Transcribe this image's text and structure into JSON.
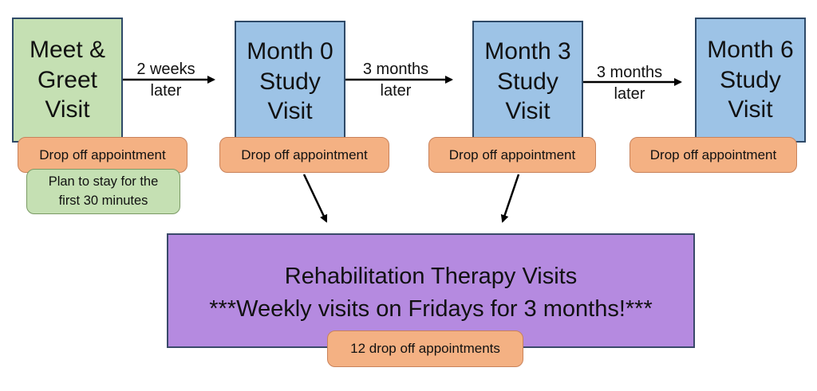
{
  "visits": [
    {
      "lines": [
        "Meet &",
        "Greet",
        "Visit"
      ],
      "color": "#c5e0b3"
    },
    {
      "lines": [
        "Month 0",
        "Study",
        "Visit"
      ],
      "color": "#9dc3e6"
    },
    {
      "lines": [
        "Month 3",
        "Study",
        "Visit"
      ],
      "color": "#9dc3e6"
    },
    {
      "lines": [
        "Month 6",
        "Study",
        "Visit"
      ],
      "color": "#9dc3e6"
    }
  ],
  "intervals": [
    {
      "lines": [
        "2 weeks",
        "later"
      ]
    },
    {
      "lines": [
        "3 months",
        "later"
      ]
    },
    {
      "lines": [
        "3 months",
        "later"
      ]
    }
  ],
  "drop_off_label": "Drop off appointment",
  "meet_greet_note": [
    "Plan to stay for the",
    "first 30 minutes"
  ],
  "rehab": {
    "title": "Rehabilitation Therapy Visits",
    "subtitle": "***Weekly visits on Fridays for 3 months!***",
    "appointments": "12 drop off appointments",
    "color": "#b58ae0"
  },
  "colors": {
    "appointment": "#f4b183",
    "border": "#2f4a68"
  }
}
